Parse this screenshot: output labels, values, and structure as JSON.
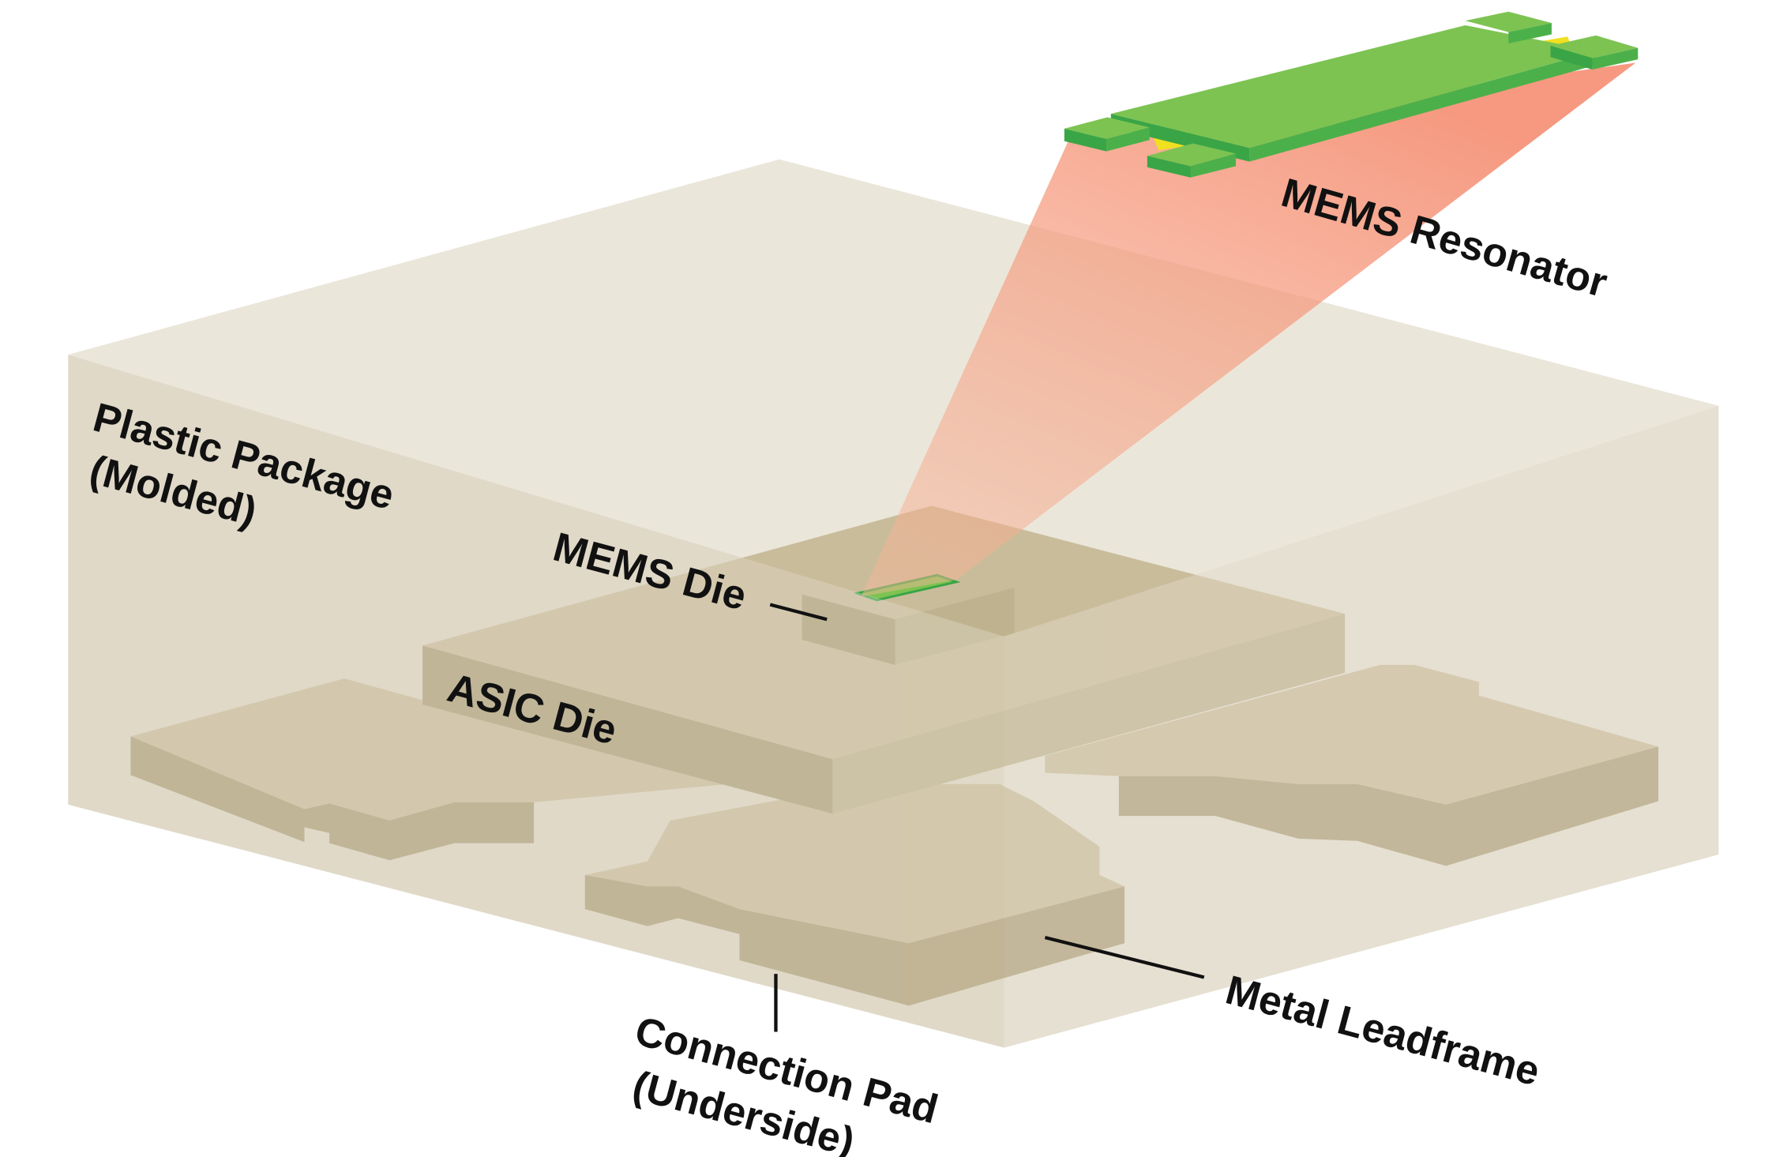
{
  "diagram": {
    "labels": {
      "mems_resonator": "MEMS Resonator",
      "plastic_package_line1": "Plastic Package",
      "plastic_package_line2": "(Molded)",
      "mems_die": "MEMS Die",
      "asic_die": "ASIC Die",
      "connection_pad_line1": "Connection Pad",
      "connection_pad_line2": "(Underside)",
      "metal_leadframe": "Metal Leadframe"
    },
    "colors": {
      "package_top": "#ebe6da",
      "package_left": "#ddd6c4",
      "package_right": "#e4dece",
      "component_top": "#c9bc9a",
      "component_side": "#ad9f78",
      "resonator_top": "#7dc352",
      "resonator_side": "#3aa546",
      "beam": "#f58a6a",
      "contact": "#f0e020"
    }
  }
}
